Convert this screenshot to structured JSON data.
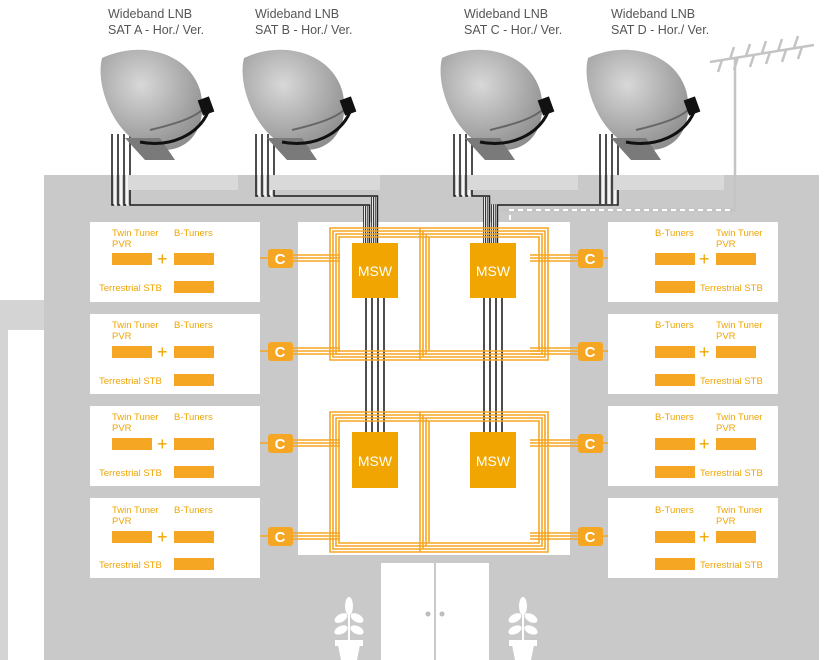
{
  "lnbs": [
    {
      "title": "Wideband LNB",
      "subtitle": "SAT A - Hor./ Ver."
    },
    {
      "title": "Wideband LNB",
      "subtitle": "SAT B - Hor./ Ver."
    },
    {
      "title": "Wideband LNB",
      "subtitle": "SAT C - Hor./ Ver."
    },
    {
      "title": "Wideband LNB",
      "subtitle": "SAT D - Hor./ Ver."
    }
  ],
  "switch_label": "MSW",
  "coupler_label": "C",
  "devices": {
    "twin_tuner": "Twin Tuner",
    "pvr": "PVR",
    "b_tuners": "B-Tuners",
    "terrestrial": "Terrestrial STB",
    "plus": "+"
  },
  "colors": {
    "orange": "#f5a623",
    "building": "#c9c9c9",
    "dish": "#a8a8a8",
    "cable": "#222222"
  }
}
